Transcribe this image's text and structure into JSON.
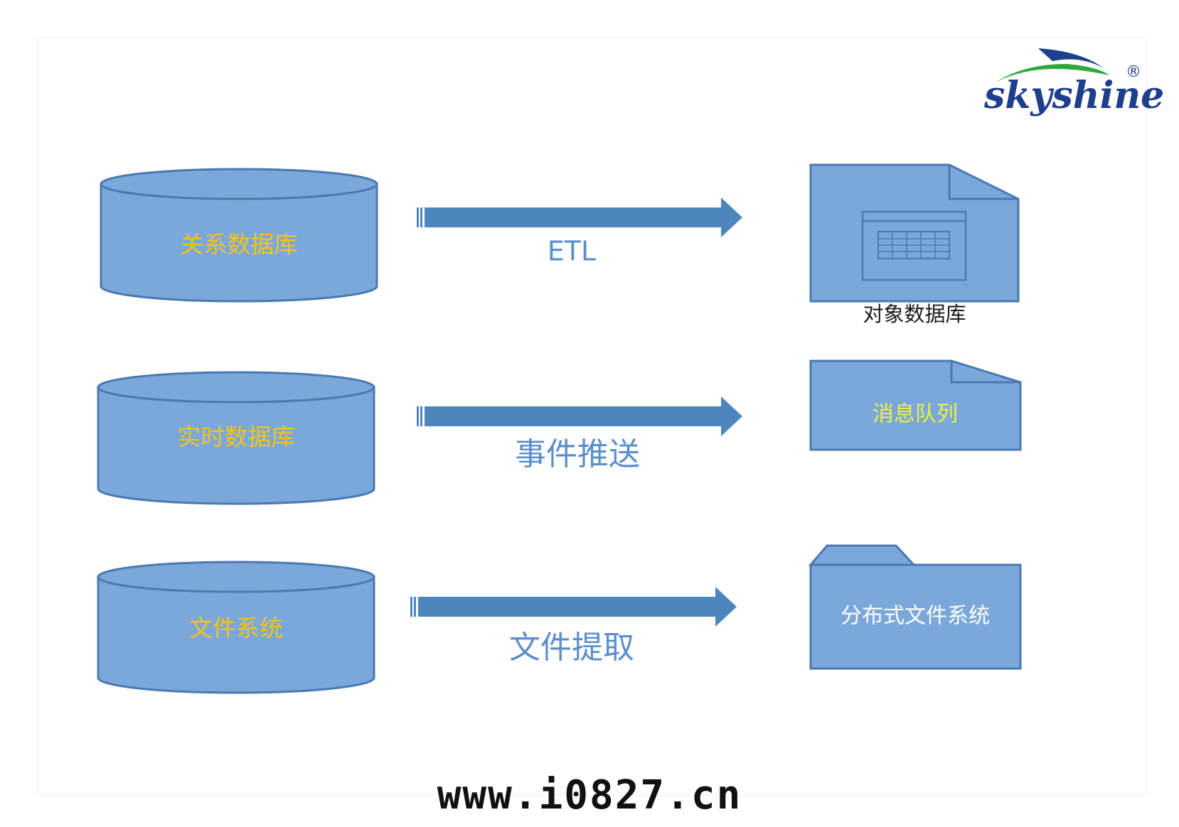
{
  "logo": {
    "text": "skyshine",
    "registered_mark": "®",
    "colors": {
      "text": "#1e3f8c",
      "swoosh_green": "#2ea83a",
      "swoosh_blue": "#1e3f8c"
    }
  },
  "sources": [
    {
      "label": "关系数据库"
    },
    {
      "label": "实时数据库"
    },
    {
      "label": "文件系统"
    }
  ],
  "arrows": [
    {
      "label": "ETL"
    },
    {
      "label": "事件推送"
    },
    {
      "label": "文件提取"
    }
  ],
  "targets": [
    {
      "label": "对象数据库",
      "shape": "document-with-table-icon"
    },
    {
      "label": "消息队列",
      "shape": "document"
    },
    {
      "label": "分布式文件系统",
      "shape": "folder"
    }
  ],
  "watermark": "www.i0827.cn",
  "colors": {
    "shape_fill": "#7ba8db",
    "shape_stroke": "#4a78b0",
    "arrow_fill": "#4d86bd",
    "source_label": "#f3c31c",
    "arrow_label": "#5b8fc9",
    "queue_label": "#eef23a"
  }
}
